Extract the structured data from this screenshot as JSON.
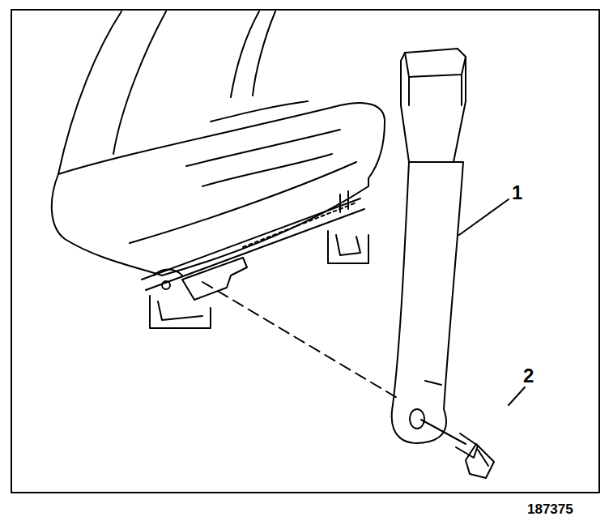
{
  "diagram": {
    "labels": [
      "1",
      "2",
      "187375"
    ]
  }
}
